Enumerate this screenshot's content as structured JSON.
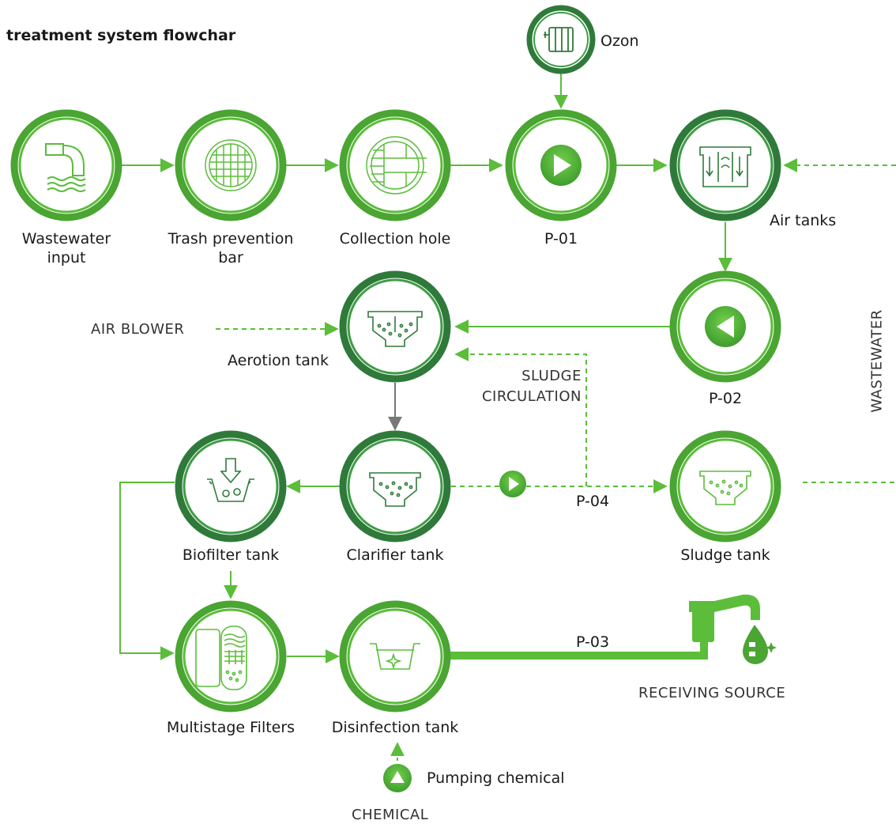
{
  "title": "treatment system flowchar",
  "colors": {
    "light_green": "#5bbd3a",
    "dark_green": "#2f7a3a",
    "grey": "#777777"
  },
  "nodes": {
    "wastewater_input": {
      "label": "Wastewater\ninput",
      "icon": "pipe-outflow-icon"
    },
    "trash_bar": {
      "label": "Trash prevention\nbar",
      "icon": "grate-icon"
    },
    "collection_hole": {
      "label": "Collection hole",
      "icon": "manhole-icon"
    },
    "p01": {
      "label": "P-01",
      "icon": "pump-right-icon"
    },
    "ozon": {
      "label": "Ozon",
      "icon": "ozone-generator-icon"
    },
    "air_tanks": {
      "label": "Air tanks",
      "icon": "air-tank-icon"
    },
    "p02": {
      "label": "P-02",
      "icon": "pump-left-icon"
    },
    "aeration": {
      "label": "Aerotion tank",
      "icon": "aeration-tank-icon"
    },
    "clarifier": {
      "label": "Clarifier tank",
      "icon": "clarifier-tank-icon"
    },
    "sludge": {
      "label": "Sludge tank",
      "icon": "sludge-tank-icon"
    },
    "biofilter": {
      "label": "Biofilter tank",
      "icon": "biofilter-tank-icon"
    },
    "multistage": {
      "label": "Multistage Filters",
      "icon": "filter-column-icon"
    },
    "disinfection": {
      "label": "Disinfection tank",
      "icon": "disinfection-tank-icon"
    },
    "pumping_chemical": {
      "label": "Pumping chemical",
      "icon": "pump-up-icon"
    },
    "receiving": {
      "label": "RECEIVING SOURCE",
      "icon": "faucet-icon"
    }
  },
  "captions": {
    "air_blower": "AIR BLOWER",
    "sludge_circulation": "SLUDGE\nCIRCULATION",
    "p04": "P-04",
    "p03": "P-03",
    "wastewater": "WASTEWATER",
    "chemical": "CHEMICAL"
  }
}
